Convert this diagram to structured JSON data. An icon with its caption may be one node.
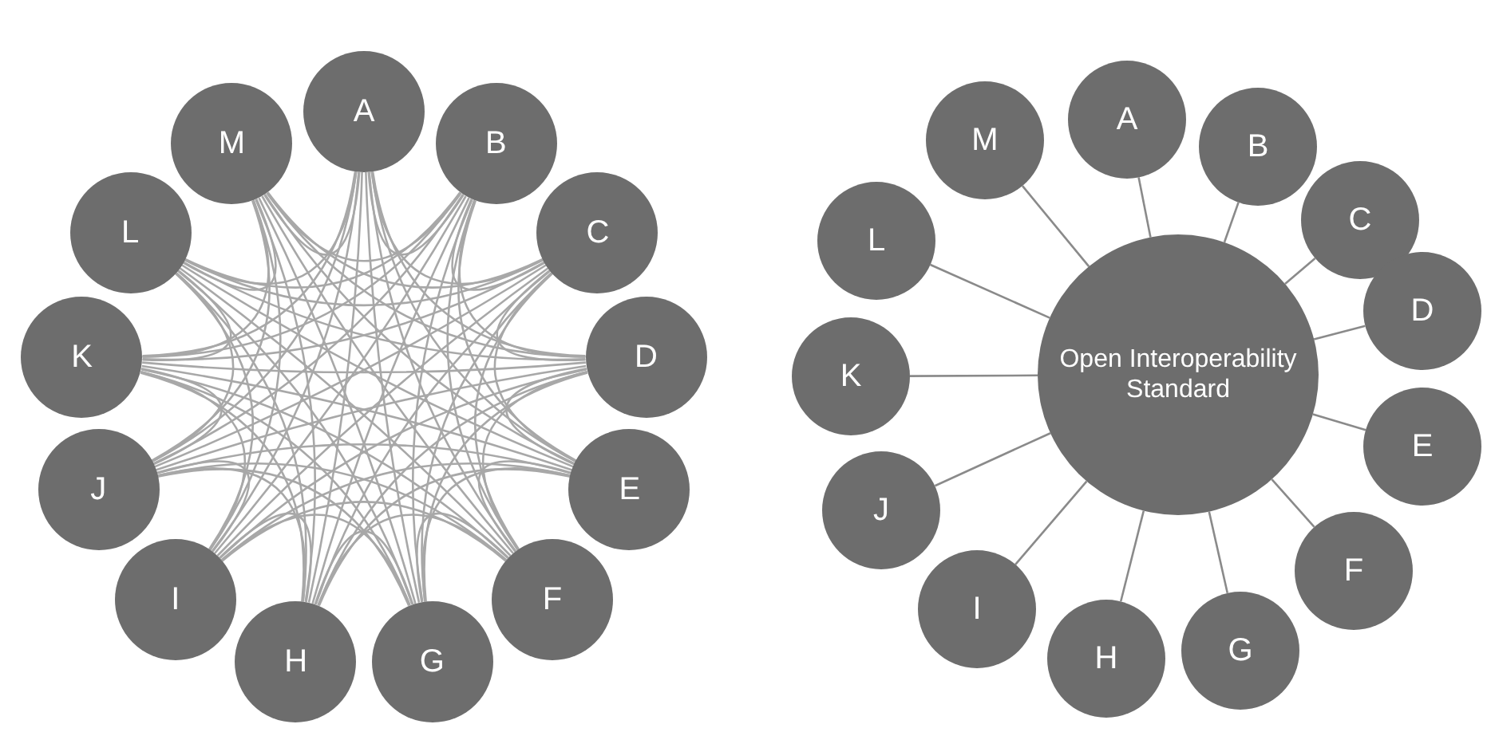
{
  "diagram": {
    "nodes": [
      {
        "text": [
          "A"
        ]
      },
      {
        "text": [
          "B"
        ]
      },
      {
        "text": [
          "C"
        ]
      },
      {
        "text": [
          "D"
        ]
      },
      {
        "text": [
          "E"
        ]
      },
      {
        "text": [
          "F"
        ]
      },
      {
        "text": [
          "G"
        ]
      },
      {
        "text": [
          "H"
        ]
      },
      {
        "text": [
          "I"
        ]
      },
      {
        "text": [
          "J"
        ]
      },
      {
        "text": [
          "K"
        ]
      },
      {
        "text": [
          "L"
        ]
      },
      {
        "text": [
          "M"
        ]
      },
      {
        "text": [
          "Open Interoperability Standard"
        ]
      },
      {
        "text": [
          "A"
        ]
      },
      {
        "text": [
          "B"
        ]
      },
      {
        "text": [
          "C"
        ]
      },
      {
        "text": [
          "D"
        ]
      },
      {
        "text": [
          "E"
        ]
      },
      {
        "text": [
          "F"
        ]
      },
      {
        "text": [
          "G"
        ]
      },
      {
        "text": [
          "H"
        ]
      },
      {
        "text": [
          "I"
        ]
      },
      {
        "text": [
          "J"
        ]
      },
      {
        "text": [
          "K"
        ]
      },
      {
        "text": [
          "L"
        ]
      },
      {
        "text": [
          "M"
        ]
      }
    ],
    "edges": [
      {
        "from": 0,
        "to": 1,
        "arrow": "none"
      },
      {
        "from": 0,
        "to": 2,
        "arrow": "none"
      },
      {
        "from": 0,
        "to": 3,
        "arrow": "none"
      },
      {
        "from": 0,
        "to": 4,
        "arrow": "none"
      },
      {
        "from": 0,
        "to": 5,
        "arrow": "none"
      },
      {
        "from": 0,
        "to": 6,
        "arrow": "none"
      },
      {
        "from": 0,
        "to": 7,
        "arrow": "none"
      },
      {
        "from": 0,
        "to": 8,
        "arrow": "none"
      },
      {
        "from": 0,
        "to": 9,
        "arrow": "none"
      },
      {
        "from": 0,
        "to": 10,
        "arrow": "none"
      },
      {
        "from": 0,
        "to": 11,
        "arrow": "none"
      },
      {
        "from": 0,
        "to": 12,
        "arrow": "none"
      },
      {
        "from": 1,
        "to": 2,
        "arrow": "none"
      },
      {
        "from": 1,
        "to": 3,
        "arrow": "none"
      },
      {
        "from": 1,
        "to": 4,
        "arrow": "none"
      },
      {
        "from": 1,
        "to": 5,
        "arrow": "none"
      },
      {
        "from": 1,
        "to": 6,
        "arrow": "none"
      },
      {
        "from": 1,
        "to": 7,
        "arrow": "none"
      },
      {
        "from": 1,
        "to": 8,
        "arrow": "none"
      },
      {
        "from": 1,
        "to": 9,
        "arrow": "none"
      },
      {
        "from": 1,
        "to": 10,
        "arrow": "none"
      },
      {
        "from": 1,
        "to": 11,
        "arrow": "none"
      },
      {
        "from": 1,
        "to": 12,
        "arrow": "none"
      },
      {
        "from": 2,
        "to": 3,
        "arrow": "none"
      },
      {
        "from": 2,
        "to": 4,
        "arrow": "none"
      },
      {
        "from": 2,
        "to": 5,
        "arrow": "none"
      },
      {
        "from": 2,
        "to": 6,
        "arrow": "none"
      },
      {
        "from": 2,
        "to": 7,
        "arrow": "none"
      },
      {
        "from": 2,
        "to": 8,
        "arrow": "none"
      },
      {
        "from": 2,
        "to": 9,
        "arrow": "none"
      },
      {
        "from": 2,
        "to": 10,
        "arrow": "none"
      },
      {
        "from": 2,
        "to": 11,
        "arrow": "none"
      },
      {
        "from": 2,
        "to": 12,
        "arrow": "none"
      },
      {
        "from": 3,
        "to": 4,
        "arrow": "none"
      },
      {
        "from": 3,
        "to": 5,
        "arrow": "none"
      },
      {
        "from": 3,
        "to": 6,
        "arrow": "none"
      },
      {
        "from": 3,
        "to": 7,
        "arrow": "none"
      },
      {
        "from": 3,
        "to": 8,
        "arrow": "none"
      },
      {
        "from": 3,
        "to": 9,
        "arrow": "none"
      },
      {
        "from": 3,
        "to": 10,
        "arrow": "none"
      },
      {
        "from": 3,
        "to": 11,
        "arrow": "none"
      },
      {
        "from": 3,
        "to": 12,
        "arrow": "none"
      },
      {
        "from": 4,
        "to": 5,
        "arrow": "none"
      },
      {
        "from": 4,
        "to": 6,
        "arrow": "none"
      },
      {
        "from": 4,
        "to": 7,
        "arrow": "none"
      },
      {
        "from": 4,
        "to": 8,
        "arrow": "none"
      },
      {
        "from": 4,
        "to": 9,
        "arrow": "none"
      },
      {
        "from": 4,
        "to": 10,
        "arrow": "none"
      },
      {
        "from": 4,
        "to": 11,
        "arrow": "none"
      },
      {
        "from": 4,
        "to": 12,
        "arrow": "none"
      },
      {
        "from": 5,
        "to": 6,
        "arrow": "none"
      },
      {
        "from": 5,
        "to": 7,
        "arrow": "none"
      },
      {
        "from": 5,
        "to": 8,
        "arrow": "none"
      },
      {
        "from": 5,
        "to": 9,
        "arrow": "none"
      },
      {
        "from": 5,
        "to": 10,
        "arrow": "none"
      },
      {
        "from": 5,
        "to": 11,
        "arrow": "none"
      },
      {
        "from": 5,
        "to": 12,
        "arrow": "none"
      },
      {
        "from": 6,
        "to": 7,
        "arrow": "none"
      },
      {
        "from": 6,
        "to": 8,
        "arrow": "none"
      },
      {
        "from": 6,
        "to": 9,
        "arrow": "none"
      },
      {
        "from": 6,
        "to": 10,
        "arrow": "none"
      },
      {
        "from": 6,
        "to": 11,
        "arrow": "none"
      },
      {
        "from": 6,
        "to": 12,
        "arrow": "none"
      },
      {
        "from": 7,
        "to": 8,
        "arrow": "none"
      },
      {
        "from": 7,
        "to": 9,
        "arrow": "none"
      },
      {
        "from": 7,
        "to": 10,
        "arrow": "none"
      },
      {
        "from": 7,
        "to": 11,
        "arrow": "none"
      },
      {
        "from": 7,
        "to": 12,
        "arrow": "none"
      },
      {
        "from": 8,
        "to": 9,
        "arrow": "none"
      },
      {
        "from": 8,
        "to": 10,
        "arrow": "none"
      },
      {
        "from": 8,
        "to": 11,
        "arrow": "none"
      },
      {
        "from": 8,
        "to": 12,
        "arrow": "none"
      },
      {
        "from": 9,
        "to": 10,
        "arrow": "none"
      },
      {
        "from": 9,
        "to": 11,
        "arrow": "none"
      },
      {
        "from": 9,
        "to": 12,
        "arrow": "none"
      },
      {
        "from": 10,
        "to": 11,
        "arrow": "none"
      },
      {
        "from": 10,
        "to": 12,
        "arrow": "none"
      },
      {
        "from": 11,
        "to": 12,
        "arrow": "none"
      },
      {
        "from": 13,
        "to": 14,
        "arrow": "none"
      },
      {
        "from": 13,
        "to": 15,
        "arrow": "none"
      },
      {
        "from": 13,
        "to": 16,
        "arrow": "none"
      },
      {
        "from": 13,
        "to": 17,
        "arrow": "none"
      },
      {
        "from": 13,
        "to": 18,
        "arrow": "none"
      },
      {
        "from": 13,
        "to": 19,
        "arrow": "none"
      },
      {
        "from": 13,
        "to": 20,
        "arrow": "none"
      },
      {
        "from": 13,
        "to": 21,
        "arrow": "none"
      },
      {
        "from": 13,
        "to": 22,
        "arrow": "none"
      },
      {
        "from": 13,
        "to": 23,
        "arrow": "none"
      },
      {
        "from": 13,
        "to": 24,
        "arrow": "none"
      },
      {
        "from": 13,
        "to": 25,
        "arrow": "none"
      },
      {
        "from": 13,
        "to": 26,
        "arrow": "none"
      }
    ]
  }
}
